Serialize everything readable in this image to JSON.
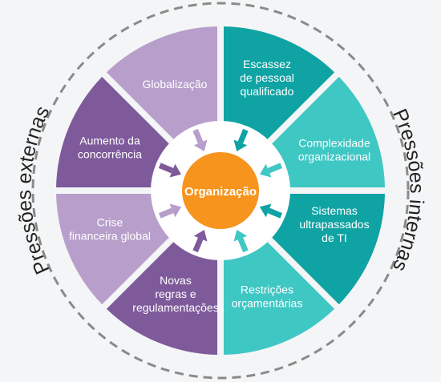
{
  "diagram": {
    "center": {
      "label": "Organização",
      "color": "#f7941d"
    },
    "left_side": {
      "title": "Pressões externas",
      "segments": [
        {
          "lines": [
            "Globalização"
          ],
          "color": "#b89fcb"
        },
        {
          "lines": [
            "Aumento da",
            "concorrência"
          ],
          "color": "#7e5a9b"
        },
        {
          "lines": [
            "Crise",
            "financeira global"
          ],
          "color": "#b89fcb"
        },
        {
          "lines": [
            "Novas",
            "regras e",
            "regulamentações"
          ],
          "color": "#7e5a9b"
        }
      ]
    },
    "right_side": {
      "title": "Pressões internas",
      "segments": [
        {
          "lines": [
            "Escassez",
            "de pessoal",
            "qualificado"
          ],
          "color": "#0fa3a4"
        },
        {
          "lines": [
            "Complexidade",
            "organizacional"
          ],
          "color": "#3fc7c4"
        },
        {
          "lines": [
            "Sistemas",
            "ultrapassados",
            "de TI"
          ],
          "color": "#0fa3a4"
        },
        {
          "lines": [
            "Restrições",
            "orçamentárias"
          ],
          "color": "#3fc7c4"
        }
      ]
    },
    "colors": {
      "ring_dash": "#8a8a8a",
      "side_title": "#222222",
      "segment_text": "#ffffff"
    }
  }
}
